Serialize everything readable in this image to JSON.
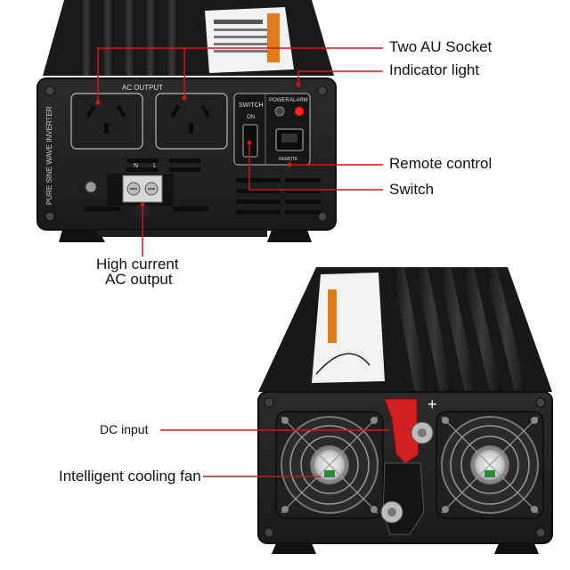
{
  "callouts": {
    "two_au_socket": "Two AU Socket",
    "indicator_light": "Indicator light",
    "remote_control": "Remote control",
    "switch": "Switch",
    "high_current_line1": "High current",
    "high_current_line2": "AC output",
    "dc_input": "DC input",
    "cooling_fan": "Intelligent cooling fan"
  },
  "panel_labels": {
    "ac_output": "AC OUTPUT",
    "switch_label": "SWITCH",
    "on_label": "ON",
    "power_label": "POWER",
    "alarm_label": "ALARM",
    "remote_label": "REMOTE",
    "side_text": "PURE SINE WAVE INVERTER",
    "n_label": "N",
    "l_label": "L",
    "plus_sign": "+"
  },
  "colors": {
    "callout_line": "#d01818",
    "body": "#1b1b1b",
    "panel": "#2a2a2a",
    "red_terminal": "#d42020",
    "indicator_red": "#ff2a1a"
  }
}
